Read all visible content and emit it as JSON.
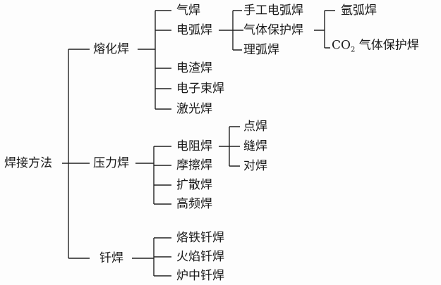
{
  "root": "焊接方法",
  "fusion": {
    "label": "熔化焊",
    "children": [
      "气焊",
      "电弧焊",
      "电渣焊",
      "电子束焊",
      "激光焊"
    ],
    "arc": {
      "children": [
        "手工电弧焊",
        "气体保护焊",
        "理弧焊"
      ],
      "gas": {
        "children": [
          "氩弧焊"
        ],
        "co2_prefix": "CO",
        "co2_sub": "2",
        "co2_suffix": " 气体保护焊"
      }
    }
  },
  "pressure": {
    "label": "压力焊",
    "children": [
      "电阻焊",
      "摩擦焊",
      "扩散焊",
      "高频焊"
    ],
    "resistance": {
      "children": [
        "点焊",
        "缝焊",
        "对焊"
      ]
    }
  },
  "brazing": {
    "label": "钎焊",
    "children": [
      "烙铁钎焊",
      "火焰钎焊",
      "炉中钎焊"
    ]
  }
}
